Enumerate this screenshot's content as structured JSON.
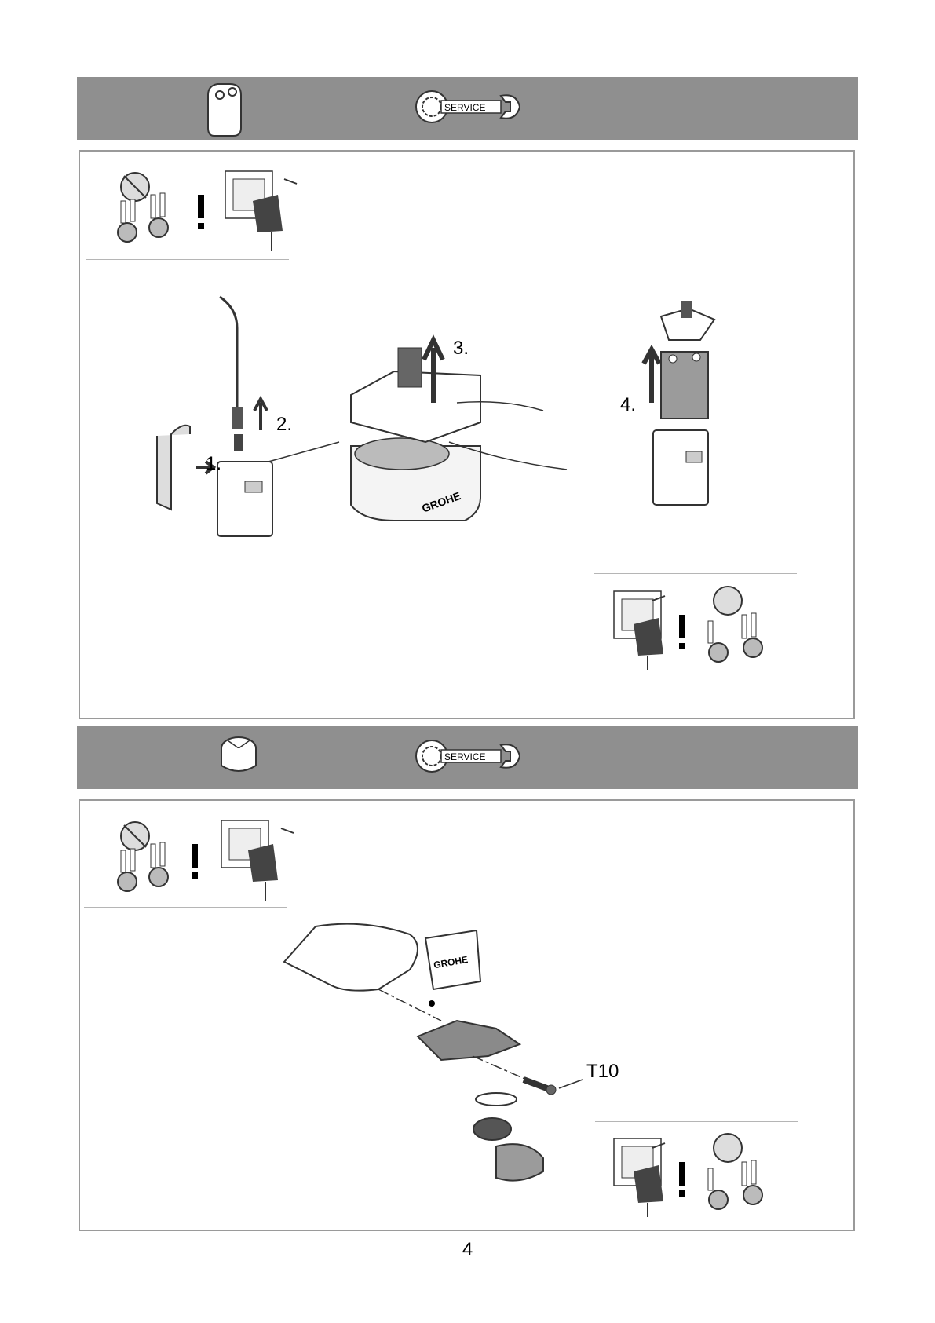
{
  "section1": {
    "service_badge": "SERVICE",
    "header_icon": "battery-icon",
    "steps": [
      "1.",
      "2.",
      "3.",
      "4."
    ],
    "before_icons": [
      "shut-off-valves-icon",
      "warning-exclamation-icon",
      "unplug-adapter-icon"
    ],
    "after_icons": [
      "plug-in-adapter-icon",
      "warning-exclamation-icon",
      "open-valves-icon"
    ]
  },
  "section2": {
    "service_badge": "SERVICE",
    "header_icon": "aerator-icon",
    "tool_label": "T10",
    "before_icons": [
      "shut-off-valves-icon",
      "warning-exclamation-icon",
      "unplug-adapter-icon"
    ],
    "after_icons": [
      "plug-in-adapter-icon",
      "warning-exclamation-icon",
      "open-valves-icon"
    ]
  },
  "brand": "GROHE",
  "page_number": "4",
  "colors": {
    "header_gray": "#8f8f8f",
    "panel_border": "#9a9a9a",
    "part_gray": "#9b9b9b"
  }
}
